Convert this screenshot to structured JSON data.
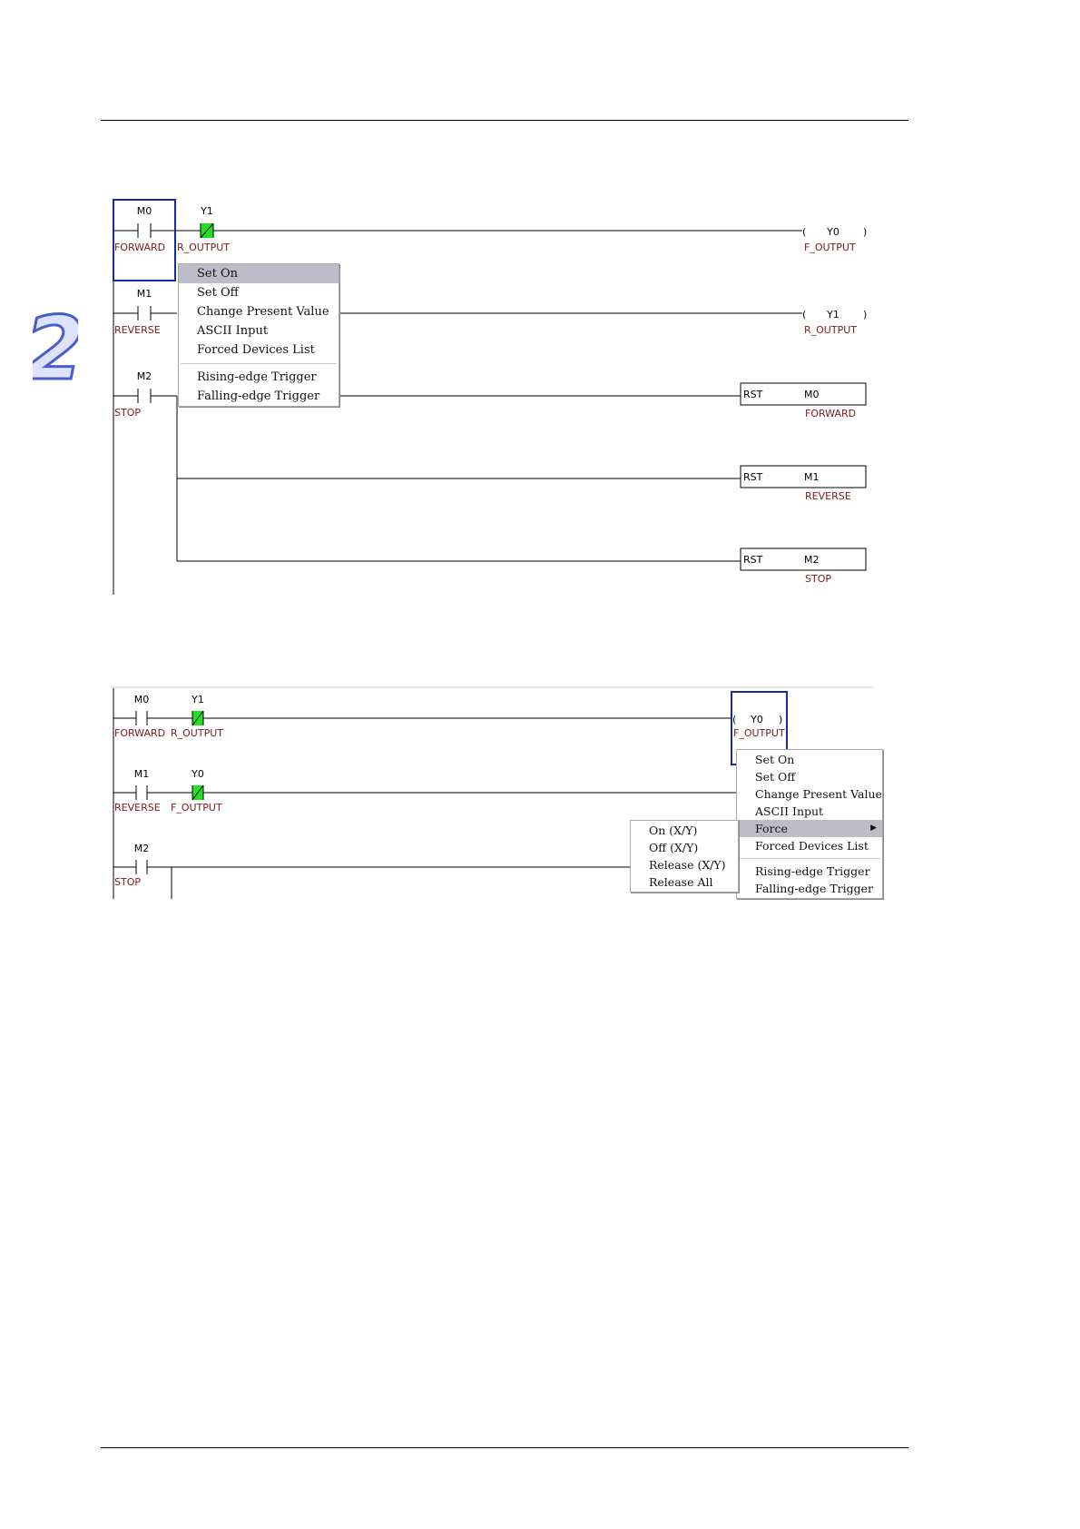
{
  "chapter": {
    "number": "2"
  },
  "ladder1": {
    "rungs": [
      {
        "contact": "M0",
        "comment": "FORWARD"
      },
      {
        "contact": "M1",
        "comment": "REVERSE"
      },
      {
        "contact": "M2",
        "comment": "STOP"
      }
    ],
    "nc_contact": {
      "device": "Y1",
      "comment": "R_OUTPUT"
    },
    "coils": [
      {
        "device": "Y0",
        "comment": "F_OUTPUT"
      },
      {
        "device": "Y1",
        "comment": "R_OUTPUT"
      }
    ],
    "resets": [
      {
        "op": "RST",
        "device": "M0",
        "comment": "FORWARD"
      },
      {
        "op": "RST",
        "device": "M1",
        "comment": "REVERSE"
      },
      {
        "op": "RST",
        "device": "M2",
        "comment": "STOP"
      }
    ]
  },
  "menu1": {
    "items": [
      "Set On",
      "Set Off",
      "Change Present Value",
      "ASCII Input",
      "Forced Devices List"
    ],
    "items2": [
      "Rising-edge Trigger",
      "Falling-edge Trigger"
    ],
    "selected": "Set On"
  },
  "ladder2": {
    "rungs": [
      {
        "contact": "M0",
        "comment": "FORWARD",
        "nc_device": "Y1",
        "nc_comment": "R_OUTPUT"
      },
      {
        "contact": "M1",
        "comment": "REVERSE",
        "nc_device": "Y0",
        "nc_comment": "F_OUTPUT"
      },
      {
        "contact": "M2",
        "comment": "STOP"
      }
    ],
    "coil": {
      "device": "Y0",
      "comment": "F_OUTPUT"
    }
  },
  "menu2": {
    "items": [
      "Set On",
      "Set Off",
      "Change Present Value",
      "ASCII Input"
    ],
    "force_label": "Force",
    "items_after": [
      "Forced Devices List"
    ],
    "items2": [
      "Rising-edge Trigger",
      "Falling-edge Trigger"
    ],
    "selected": "Force"
  },
  "submenu": {
    "items": [
      "On (X/Y)",
      "Off (X/Y)",
      "Release (X/Y)",
      "Release All"
    ]
  },
  "colors": {
    "selection_box": "#1a2a9c",
    "nc_contact_active": "#22e022",
    "menu_highlight": "#bdbdc9",
    "comment_text": "#7a1a1a"
  }
}
